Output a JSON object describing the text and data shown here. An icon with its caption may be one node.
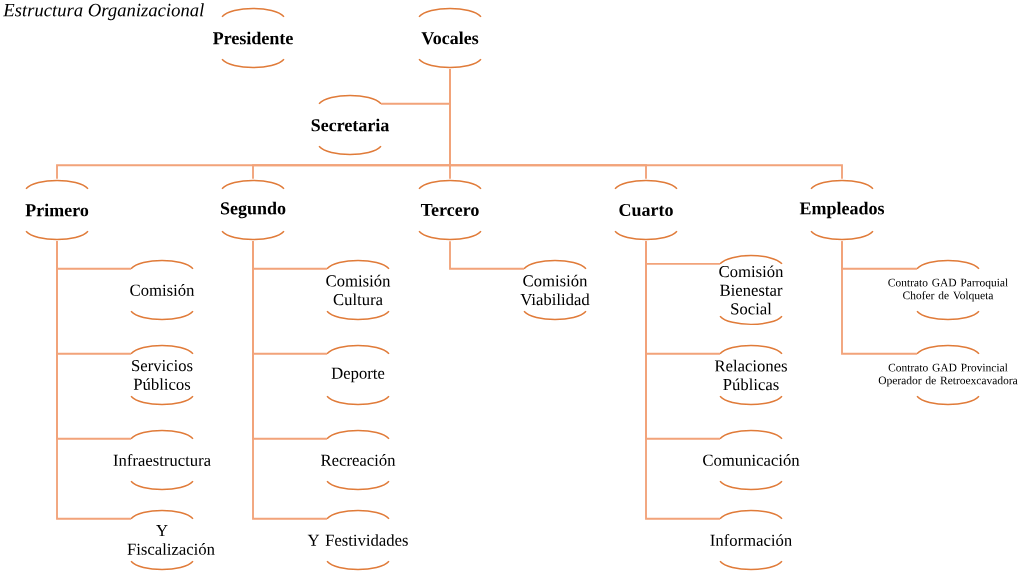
{
  "diagram": {
    "title": "Estructura Organizacional",
    "nodes": [
      {
        "text": [
          "Presidente"
        ]
      },
      {
        "text": [
          "Vocales"
        ]
      },
      {
        "text": [
          "Secretaria"
        ]
      },
      {
        "text": [
          "Primero"
        ]
      },
      {
        "text": [
          "Segundo"
        ]
      },
      {
        "text": [
          "Tercero"
        ]
      },
      {
        "text": [
          "Cuarto"
        ]
      },
      {
        "text": [
          "Empleados"
        ]
      },
      {
        "text": [
          "Comisión"
        ]
      },
      {
        "text": [
          "Servicios Públicos"
        ]
      },
      {
        "text": [
          "Infraestructura"
        ]
      },
      {
        "text": [
          "Y Fiscalización"
        ]
      },
      {
        "text": [
          "Comisión Cultura"
        ]
      },
      {
        "text": [
          "Deporte"
        ]
      },
      {
        "text": [
          "Recreación"
        ]
      },
      {
        "text": [
          "Y Festividades"
        ]
      },
      {
        "text": [
          "Comisión Viabilidad"
        ]
      },
      {
        "text": [
          "Comisión Bienestar Social"
        ]
      },
      {
        "text": [
          "Relaciones Públicas"
        ]
      },
      {
        "text": [
          "Comunicación"
        ]
      },
      {
        "text": [
          "Información"
        ]
      },
      {
        "text": [
          "Contrato GAD Parroquial Chofer de Volqueta"
        ]
      },
      {
        "text": [
          "Contrato GAD Provincial Operador de Retroexcavadora"
        ]
      }
    ],
    "edges": [
      {
        "from": 1,
        "to": 2,
        "arrow": "none"
      },
      {
        "from": 1,
        "to": 3,
        "arrow": "none"
      },
      {
        "from": 1,
        "to": 4,
        "arrow": "none"
      },
      {
        "from": 1,
        "to": 5,
        "arrow": "none"
      },
      {
        "from": 1,
        "to": 6,
        "arrow": "none"
      },
      {
        "from": 1,
        "to": 7,
        "arrow": "none"
      },
      {
        "from": 3,
        "to": 8,
        "arrow": "none"
      },
      {
        "from": 3,
        "to": 9,
        "arrow": "none"
      },
      {
        "from": 3,
        "to": 10,
        "arrow": "none"
      },
      {
        "from": 3,
        "to": 11,
        "arrow": "none"
      },
      {
        "from": 4,
        "to": 12,
        "arrow": "none"
      },
      {
        "from": 4,
        "to": 13,
        "arrow": "none"
      },
      {
        "from": 4,
        "to": 14,
        "arrow": "none"
      },
      {
        "from": 4,
        "to": 15,
        "arrow": "none"
      },
      {
        "from": 5,
        "to": 16,
        "arrow": "none"
      },
      {
        "from": 6,
        "to": 17,
        "arrow": "none"
      },
      {
        "from": 6,
        "to": 18,
        "arrow": "none"
      },
      {
        "from": 6,
        "to": 19,
        "arrow": "none"
      },
      {
        "from": 6,
        "to": 20,
        "arrow": "none"
      },
      {
        "from": 7,
        "to": 21,
        "arrow": "none"
      },
      {
        "from": 7,
        "to": 22,
        "arrow": "none"
      }
    ]
  }
}
